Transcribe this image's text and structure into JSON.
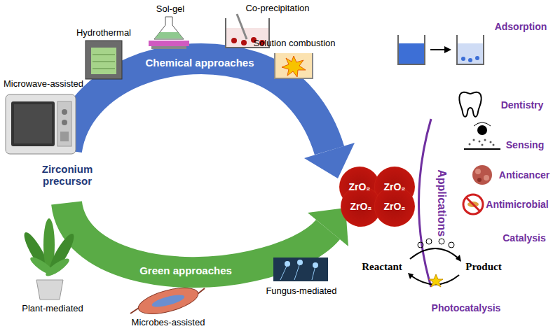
{
  "diagram": {
    "nodes": [
      {
        "text": [
          "ZrO₂"
        ]
      },
      {
        "text": [
          "ZrO₂"
        ]
      },
      {
        "text": [
          "ZrO₂"
        ]
      },
      {
        "text": [
          "ZrO₂"
        ]
      }
    ],
    "labels": [
      "Microwave-assisted",
      "Hydrothermal",
      "Sol-gel",
      "Co-precipitation",
      "Solution combustion",
      "Chemical approaches",
      "Zirconium precursor",
      "Green approaches",
      "Plant-mediated",
      "Microbes-assisted",
      "Fungus-mediated",
      "Applications",
      "Adsorption",
      "Dentistry",
      "Sensing",
      "Anticancer",
      "Antimicrobial",
      "Catalysis",
      "Reactant",
      "Product",
      "Photocatalysis"
    ]
  }
}
